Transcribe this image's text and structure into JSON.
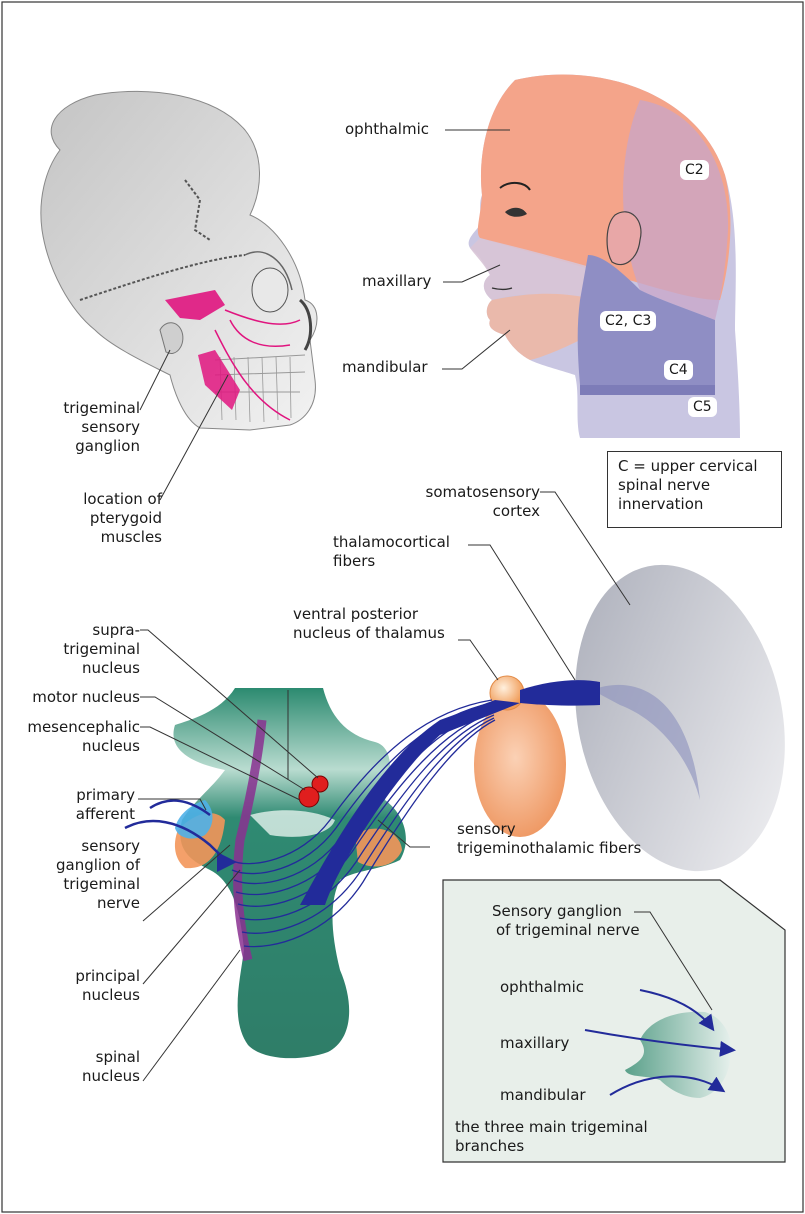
{
  "colors": {
    "skull": "#d8d8d8",
    "pterygoid": "#e0157f",
    "head_ophthalmic": "#f4a48a",
    "head_maxillary": "#d8c4d6",
    "head_mandibular": "#ecb8a8",
    "neck_c2c3": "#8f8ec4",
    "neck_c5": "#c9c6e2",
    "brainstem": "#2f8a72",
    "fibers": "#222b9a",
    "thalamus": "#f0a070",
    "cortex": "#b9bcc8",
    "motor_nucleus": "#e01e1e",
    "mesencephalic": "#8a3090",
    "ganglion": "#4fb0e8",
    "inset_bg": "#e8efea"
  },
  "skull": {
    "ganglion_label": [
      "trigeminal",
      "sensory",
      "ganglion"
    ],
    "pterygoid_label": [
      "location of",
      "pterygoid",
      "muscles"
    ]
  },
  "head": {
    "ophthalmic": "ophthalmic",
    "maxillary": "maxillary",
    "mandibular": "mandibular",
    "c2": "C2",
    "c2c3": "C2, C3",
    "c4": "C4",
    "c5": "C5",
    "legend": [
      "C = upper cervical",
      "spinal nerve",
      "innervation"
    ]
  },
  "pathway": {
    "somatosensory": [
      "somatosensory",
      "cortex"
    ],
    "thalamocortical": [
      "thalamocortical",
      "fibers"
    ],
    "vpn": [
      "ventral posterior",
      "nucleus of thalamus"
    ],
    "supratrigeminal": [
      "supra-",
      "trigeminal",
      "nucleus"
    ],
    "motor": "motor nucleus",
    "mesencephalic": [
      "mesencephalic",
      "nucleus"
    ],
    "primary_afferent": [
      "primary",
      "afferent"
    ],
    "sensory_fibers": [
      "sensory",
      "trigeminothalamic fibers"
    ],
    "sensory_ganglion": [
      "sensory",
      "ganglion of",
      "trigeminal",
      "nerve"
    ],
    "principal": [
      "principal",
      "nucleus"
    ],
    "spinal": [
      "spinal",
      "nucleus"
    ]
  },
  "inset": {
    "title": [
      "Sensory ganglion",
      "of trigeminal nerve"
    ],
    "ophthalmic": "ophthalmic",
    "maxillary": "maxillary",
    "mandibular": "mandibular",
    "caption": [
      "the three main trigeminal",
      "branches"
    ]
  }
}
